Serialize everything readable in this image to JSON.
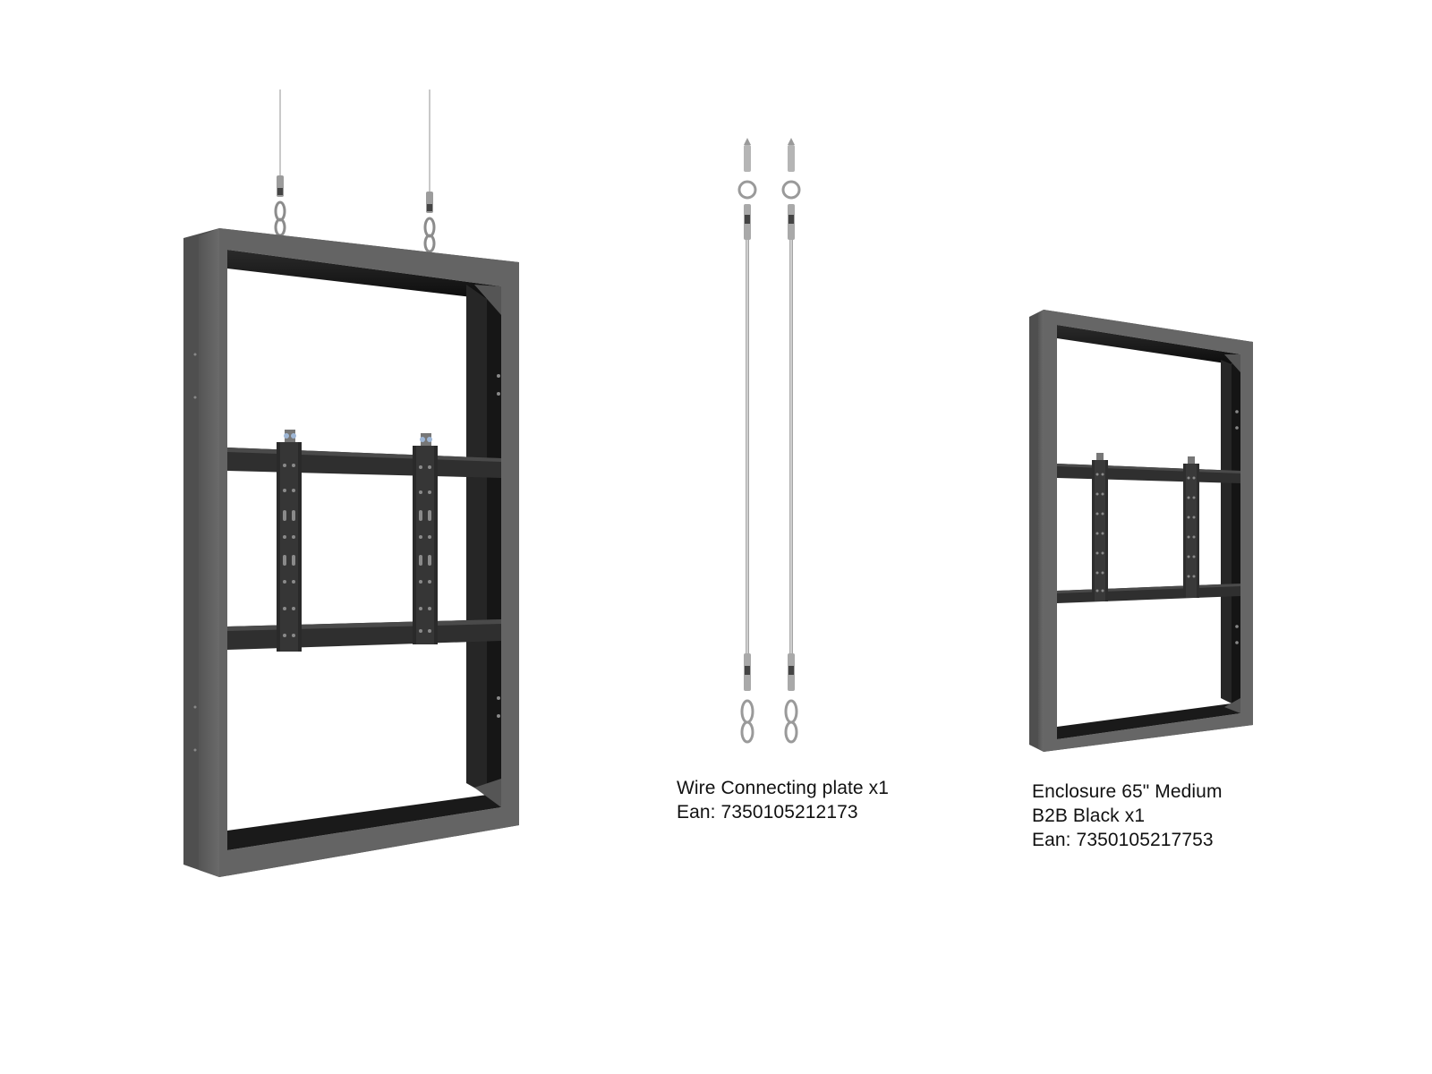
{
  "products": {
    "wire_kit": {
      "name": "Wire Connecting plate x1",
      "ean": "Ean: 7350105212173"
    },
    "enclosure": {
      "name_line1": "Enclosure 65\" Medium",
      "name_line2": "B2B Black x1",
      "ean": "Ean: 7350105217753"
    }
  },
  "colors": {
    "frame_grey": "#5d5d5d",
    "frame_dark": "#1c1c1c",
    "bracket_black": "#2a2a2a",
    "wire_silver": "#b9b9b9",
    "hardware_silver": "#a7a7a7"
  }
}
